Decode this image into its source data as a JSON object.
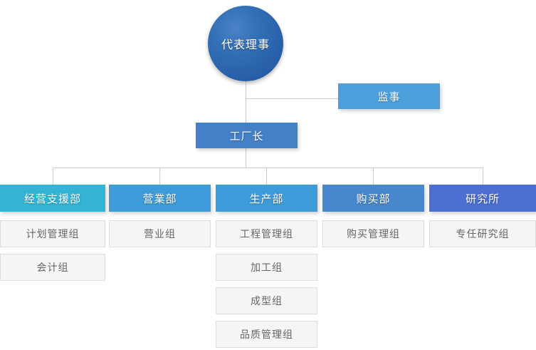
{
  "chart_title": "",
  "root": {
    "label": "代表理事",
    "shape": "circle",
    "color": "#2a63ac"
  },
  "supervisor": {
    "label": "监事",
    "color": "#4ba0dc"
  },
  "factory_head": {
    "label": "工厂长",
    "color": "#4380c8"
  },
  "departments": [
    {
      "label": "经营支援部",
      "color": "#34b4d4",
      "groups": [
        "计划管理组",
        "会计组"
      ]
    },
    {
      "label": "营業部",
      "color": "#3e9bda",
      "groups": [
        "营业组"
      ]
    },
    {
      "label": "生产部",
      "color": "#3e9bda",
      "groups": [
        "工程管理组",
        "加工组",
        "成型组",
        "品质管理组"
      ]
    },
    {
      "label": "购买部",
      "color": "#4787ce",
      "groups": [
        "购买管理组"
      ]
    },
    {
      "label": "研究所",
      "color": "#4c6fd1",
      "groups": [
        "专任研究组"
      ]
    }
  ],
  "connector_color": "#cccccc"
}
